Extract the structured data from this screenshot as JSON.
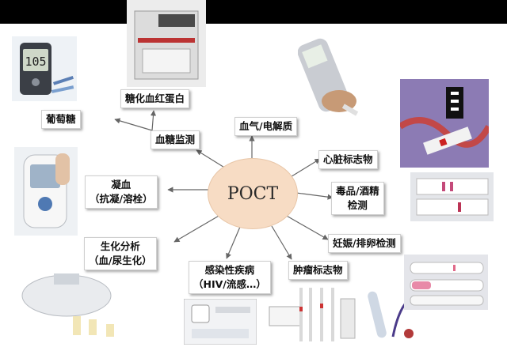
{
  "center": "POCT",
  "labels": {
    "glucose": "葡萄糖",
    "hba1c": "糖化血红蛋白",
    "glucose_monitor": "血糖监测",
    "blood_gas": "血气/电解质",
    "cardiac": "心脏标志物",
    "coag_1": "凝血",
    "coag_2": "（抗凝/溶栓）",
    "drugs_1": "毒品/酒精",
    "drugs_2": "检测",
    "biochem_1": "生化分析",
    "biochem_2": "（血/尿生化）",
    "pregnancy": "妊娠/排卵检测",
    "infection_1": "感染性疾病",
    "infection_2": "（HIV/流感…）",
    "tumor": "肿瘤标志物"
  },
  "device_screens": {
    "glucometer_reading": "105"
  },
  "colors": {
    "top_bar": "#000000",
    "center_fill": "#f7dcc4",
    "arrow": "#666666",
    "label_border": "#cfcfcf"
  }
}
